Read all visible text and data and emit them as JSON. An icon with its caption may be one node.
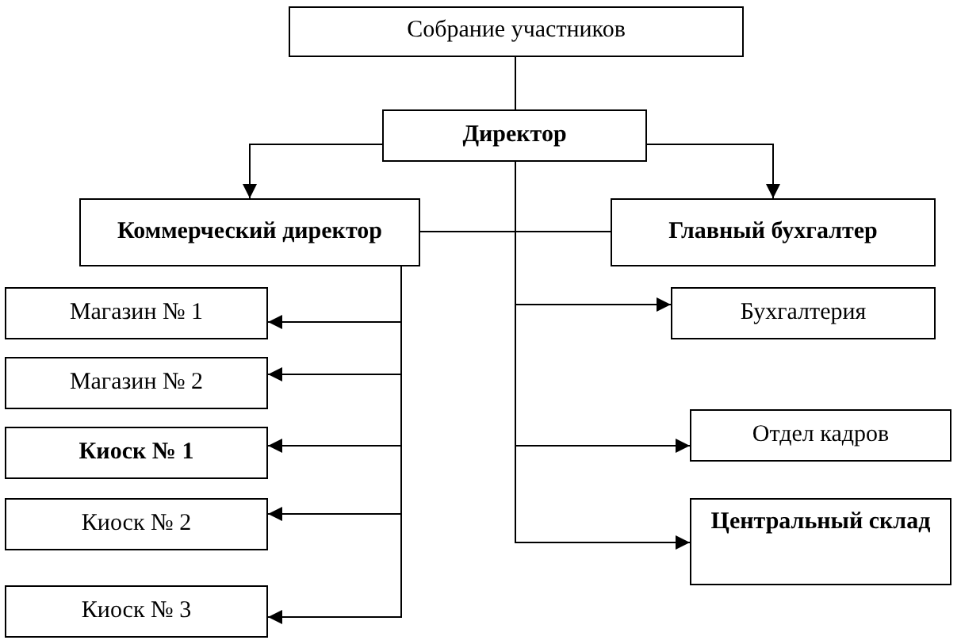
{
  "diagram": {
    "nodes": [
      {
        "text": [
          "Собрание участников"
        ]
      },
      {
        "text": [
          "Директор"
        ]
      },
      {
        "text": [
          "Коммерческий директор"
        ]
      },
      {
        "text": [
          "Главный бухгалтер"
        ]
      },
      {
        "text": [
          "Магазин № 1"
        ]
      },
      {
        "text": [
          "Магазин № 2"
        ]
      },
      {
        "text": [
          "Киоск № 1"
        ]
      },
      {
        "text": [
          "Киоск № 2"
        ]
      },
      {
        "text": [
          "Киоск № 3"
        ]
      },
      {
        "text": [
          "Бухгалтерия"
        ]
      },
      {
        "text": [
          "Отдел кадров"
        ]
      },
      {
        "text": [
          "Центральный склад"
        ]
      }
    ],
    "edges": [
      {
        "from": 0,
        "to": 1,
        "arrow": "none"
      },
      {
        "from": 1,
        "to": 2,
        "arrow": "to"
      },
      {
        "from": 1,
        "to": 3,
        "arrow": "to"
      },
      {
        "from": 2,
        "to": 3,
        "arrow": "none"
      },
      {
        "from": 2,
        "to": 4,
        "arrow": "to"
      },
      {
        "from": 2,
        "to": 5,
        "arrow": "to"
      },
      {
        "from": 2,
        "to": 6,
        "arrow": "to"
      },
      {
        "from": 2,
        "to": 7,
        "arrow": "to"
      },
      {
        "from": 2,
        "to": 8,
        "arrow": "to"
      },
      {
        "from": 1,
        "to": 9,
        "arrow": "to"
      },
      {
        "from": 1,
        "to": 10,
        "arrow": "to"
      },
      {
        "from": 1,
        "to": 11,
        "arrow": "to"
      }
    ]
  }
}
